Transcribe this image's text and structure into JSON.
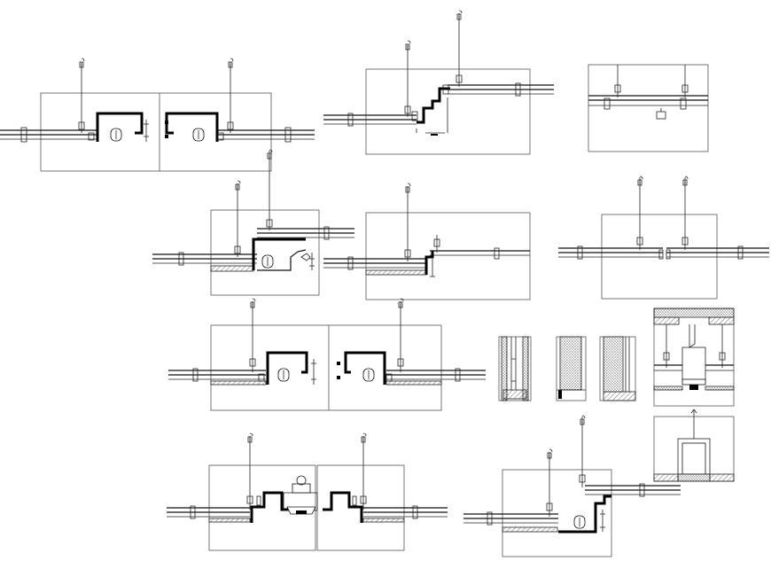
{
  "colors": {
    "ink": "#000000",
    "paper": "#ffffff",
    "frame": "#555555"
  },
  "details": [
    {
      "id": "detail-1",
      "kind": "recessed-cove-pair"
    },
    {
      "id": "detail-2",
      "kind": "stepped-bulkhead"
    },
    {
      "id": "detail-3",
      "kind": "flush-joint"
    },
    {
      "id": "detail-4",
      "kind": "cove-with-cornice"
    },
    {
      "id": "detail-5",
      "kind": "step-down"
    },
    {
      "id": "detail-6",
      "kind": "split-joint"
    },
    {
      "id": "detail-7",
      "kind": "recessed-cove-pair"
    },
    {
      "id": "detail-8",
      "kind": "wall-sections"
    },
    {
      "id": "detail-9",
      "kind": "beam-section"
    },
    {
      "id": "detail-10",
      "kind": "pelmet-pair"
    },
    {
      "id": "detail-11",
      "kind": "cove-corner"
    }
  ]
}
